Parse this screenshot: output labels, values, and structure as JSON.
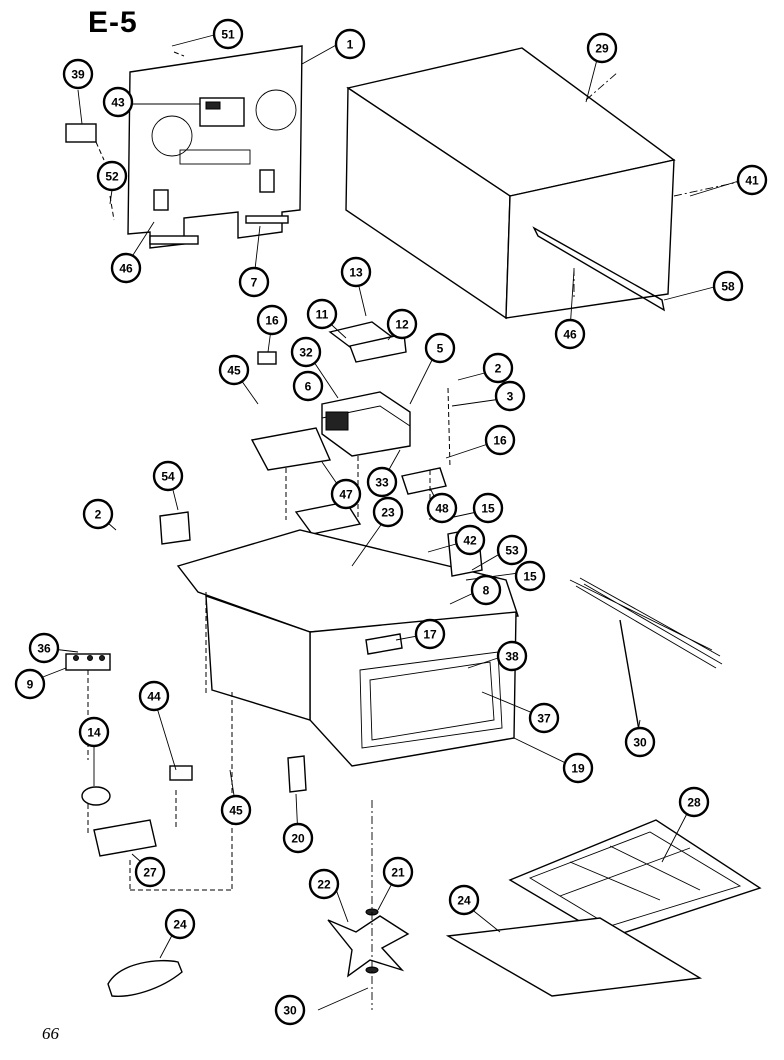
{
  "title": "E-5",
  "page_number": "66",
  "callouts": [
    "51",
    "1",
    "39",
    "43",
    "52",
    "46",
    "7",
    "29",
    "41",
    "58",
    "46",
    "13",
    "11",
    "12",
    "16",
    "32",
    "5",
    "45",
    "6",
    "2",
    "3",
    "16",
    "33",
    "47",
    "48",
    "54",
    "2",
    "23",
    "15",
    "42",
    "53",
    "15",
    "8",
    "17",
    "36",
    "38",
    "9",
    "37",
    "14",
    "44",
    "45",
    "19",
    "20",
    "27",
    "28",
    "22",
    "21",
    "24",
    "24",
    "30",
    "30"
  ]
}
